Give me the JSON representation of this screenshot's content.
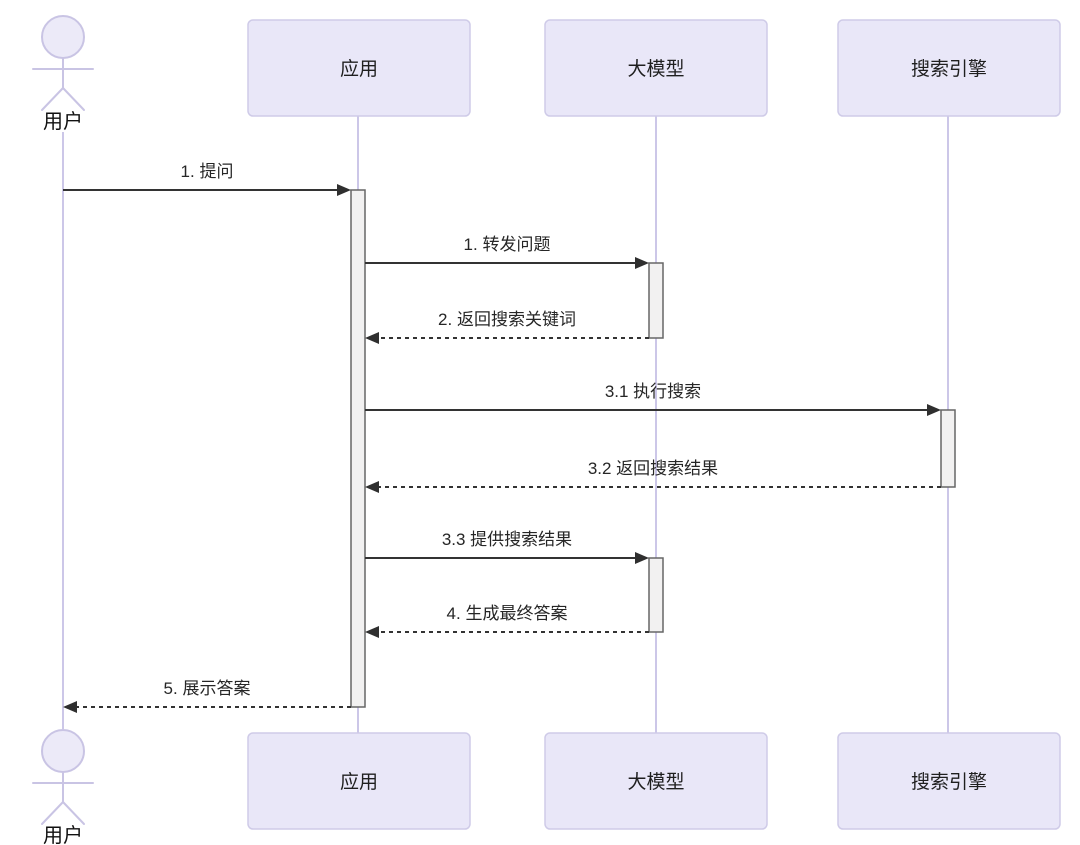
{
  "diagram": {
    "type": "sequence-diagram",
    "actors": [
      {
        "id": "user",
        "kind": "actor",
        "label": "用户"
      },
      {
        "id": "app",
        "kind": "participant",
        "label": "应用"
      },
      {
        "id": "llm",
        "kind": "participant",
        "label": "大模型"
      },
      {
        "id": "search",
        "kind": "participant",
        "label": "搜索引擎"
      }
    ],
    "messages": [
      {
        "label": "1. 提问",
        "from": "用户",
        "to": "应用",
        "line": "solid"
      },
      {
        "label": "1. 转发问题",
        "from": "应用",
        "to": "大模型",
        "line": "solid"
      },
      {
        "label": "2. 返回搜索关键词",
        "from": "大模型",
        "to": "应用",
        "line": "dashed"
      },
      {
        "label": "3.1 执行搜索",
        "from": "应用",
        "to": "搜索引擎",
        "line": "solid"
      },
      {
        "label": "3.2 返回搜索结果",
        "from": "搜索引擎",
        "to": "应用",
        "line": "dashed"
      },
      {
        "label": "3.3 提供搜索结果",
        "from": "应用",
        "to": "大模型",
        "line": "solid"
      },
      {
        "label": "4. 生成最终答案",
        "from": "大模型",
        "to": "应用",
        "line": "dashed"
      },
      {
        "label": "5. 展示答案",
        "from": "应用",
        "to": "用户",
        "line": "dashed"
      }
    ],
    "activations": [
      {
        "actor": "应用",
        "start_message": "1. 提问",
        "end_message": "5. 展示答案"
      },
      {
        "actor": "大模型",
        "start_message": "1. 转发问题",
        "end_message": "2. 返回搜索关键词"
      },
      {
        "actor": "搜索引擎",
        "start_message": "3.1 执行搜索",
        "end_message": "3.2 返回搜索结果"
      },
      {
        "actor": "大模型",
        "start_message": "3.3 提供搜索结果",
        "end_message": "4. 生成最终答案"
      }
    ],
    "colors": {
      "participant_fill": "#E9E7F8",
      "participant_border": "#CFCBE8",
      "lifeline": "#CCC7E8",
      "activation_fill": "#F2F1F1",
      "activation_border": "#666666",
      "message_line": "#333333",
      "text": "#262626",
      "background": "#ffffff"
    }
  }
}
